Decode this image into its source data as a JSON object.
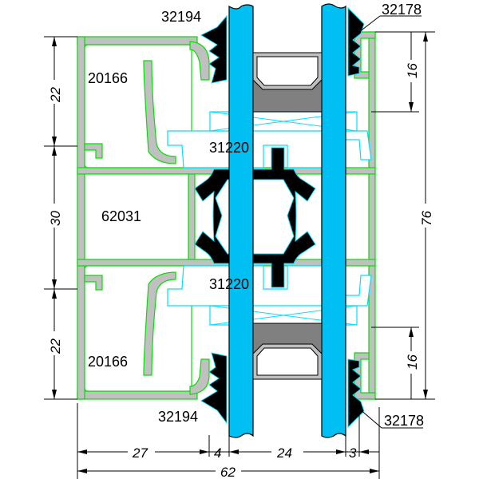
{
  "labels": {
    "gasket_outer_top": "32194",
    "gasket_outer_bottom": "32194",
    "gasket_inner_top": "32178",
    "gasket_inner_bottom": "32178",
    "sash_top": "20166",
    "sash_bottom": "20166",
    "mullion": "62031",
    "bead_top": "31220",
    "bead_bottom": "31220"
  },
  "dimensions": {
    "left_top": "22",
    "left_middle": "30",
    "left_bottom": "22",
    "right_total": "76",
    "right_top": "16",
    "right_bottom": "16",
    "bottom_27": "27",
    "bottom_4": "4",
    "bottom_24": "24",
    "bottom_3": "3",
    "bottom_total": "62"
  },
  "colors": {
    "aluminium": "#c0c0c0",
    "glass": "#00bff3",
    "gasket": "#000000",
    "outline": "#00e000",
    "bead_outline": "#00e0ff"
  }
}
